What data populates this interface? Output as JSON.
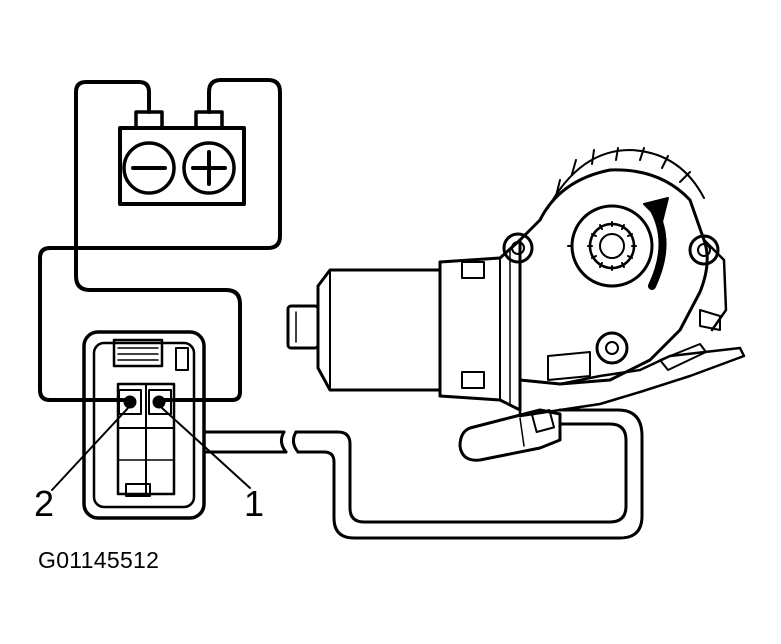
{
  "figure_id": "G01145512",
  "labels": {
    "terminal_2": "2",
    "terminal_1": "1"
  },
  "battery": {
    "negative_symbol": "−",
    "positive_symbol": "+"
  },
  "colors": {
    "ink": "#000000",
    "paper": "#ffffff"
  }
}
